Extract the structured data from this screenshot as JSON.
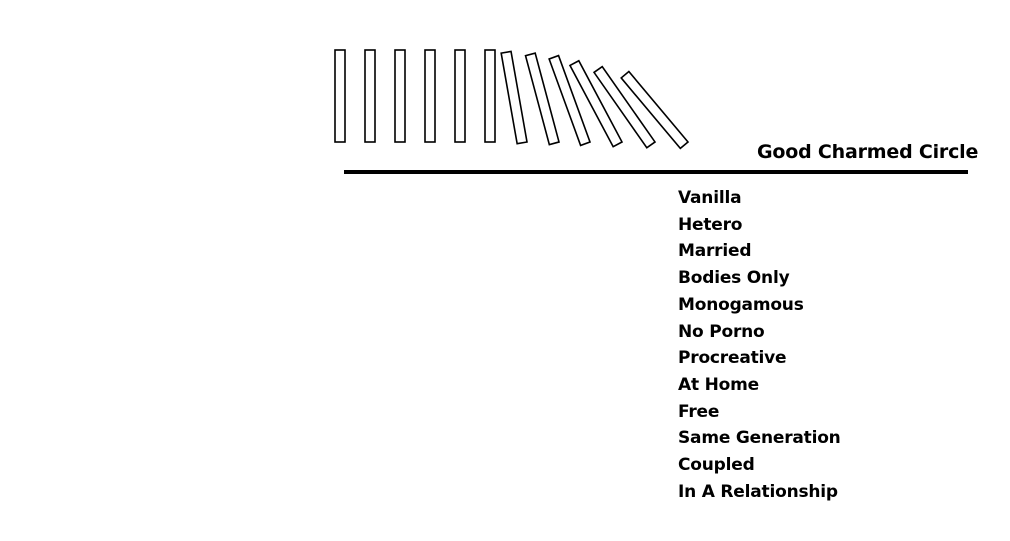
{
  "heading": "Good Charmed Circle",
  "items": [
    "Vanilla",
    "Hetero",
    "Married",
    "Bodies Only",
    "Monogamous",
    "No Porno",
    "Procreative",
    "At Home",
    "Free",
    "Same Generation",
    "Coupled",
    "In A Relationship"
  ],
  "dominoes": {
    "count": 12,
    "tilt_degrees": [
      0,
      0,
      0,
      0,
      0,
      0,
      -10,
      -15,
      -20,
      -28,
      -35,
      -40
    ]
  }
}
